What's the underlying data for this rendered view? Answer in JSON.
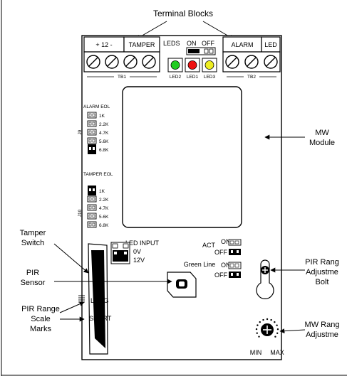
{
  "callouts": {
    "terminal_blocks": "Terminal Blocks",
    "mw_module": [
      "MW",
      "Module"
    ],
    "tamper_switch": [
      "Tamper",
      "Switch"
    ],
    "pir_sensor": [
      "PIR",
      "Sensor"
    ],
    "pir_range_adjustment_bolt": [
      "PIR Rang",
      "Adjustme",
      "Bolt"
    ],
    "pir_range_scale_marks": [
      "PIR Range",
      "Scale",
      "Marks"
    ],
    "mw_range_adjustment": [
      "MW Rang",
      "Adjustme"
    ]
  },
  "terminal_block_1": {
    "power_label": "+  12  -",
    "tamper_label": "TAMPER",
    "name": "TB1"
  },
  "led_block": {
    "title": "LEDS",
    "on": "ON",
    "off": "OFF",
    "leds": [
      {
        "name": "LED2",
        "color": "#22cc22"
      },
      {
        "name": "LED1",
        "color": "#ee1111"
      },
      {
        "name": "LED3",
        "color": "#eeee22"
      }
    ]
  },
  "terminal_block_2": {
    "alarm_label": "ALARM",
    "led_label": "LED",
    "name": "TB2"
  },
  "alarm_eol": {
    "title": "ALARM EOL",
    "jumper_id": "J9",
    "values": [
      "1K",
      "2.2K",
      "4.7K",
      "5.6K",
      "6.8K"
    ],
    "selected": "6.8K"
  },
  "tamper_eol": {
    "title": "TAMPER EOL",
    "jumper_id": "J10",
    "values": [
      "1K",
      "2.2K",
      "4.7K",
      "5.6K",
      "6.8K"
    ],
    "selected": "1K"
  },
  "led_input": {
    "title": "LED INPUT",
    "options": [
      "0V",
      "12V"
    ]
  },
  "act_switch": {
    "label": "ACT",
    "on": "ON",
    "off": "OFF"
  },
  "second_switch": {
    "on": "ON",
    "off": "OFF"
  },
  "green_line": "Green Line",
  "pir_scale": {
    "long": "LONG",
    "short": "SHORT"
  },
  "mw_dial": {
    "min": "MIN",
    "max": "MAX"
  }
}
